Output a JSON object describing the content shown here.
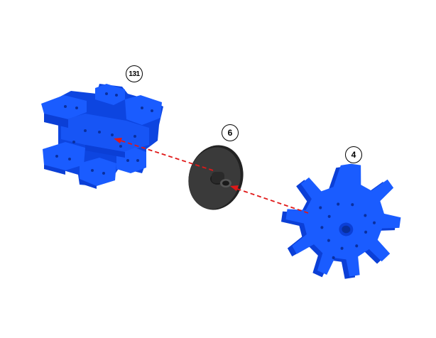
{
  "parts": [
    {
      "label": "131",
      "name": "block"
    },
    {
      "label": "6",
      "name": "disc-hub"
    },
    {
      "label": "4",
      "name": "gear"
    }
  ],
  "colors": {
    "part_blue": "#1a5cff",
    "part_blue_dark": "#0b3fd6",
    "part_blue_side": "#0d45e0",
    "disc_gray": "#3a3a3a",
    "disc_dark": "#222222",
    "assembly_line": "#e01818"
  }
}
